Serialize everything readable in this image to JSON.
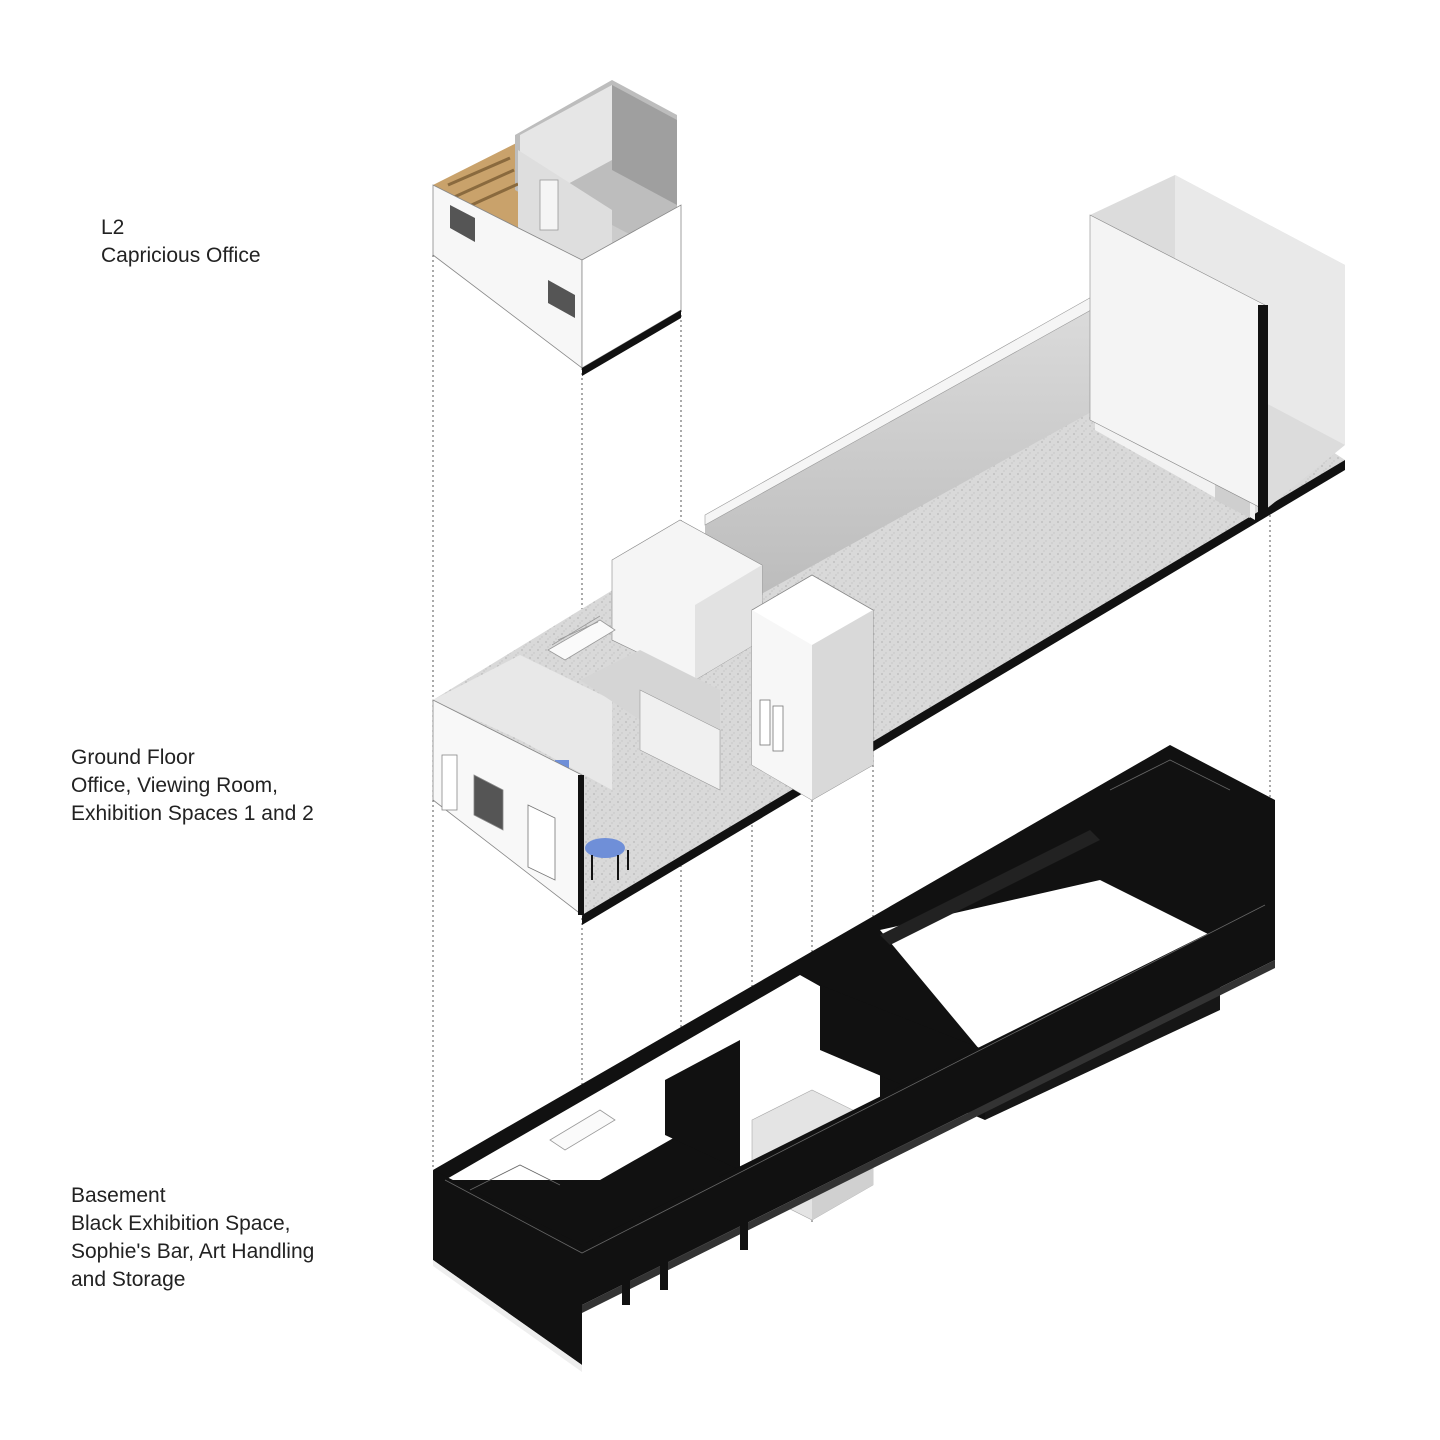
{
  "levels": [
    {
      "id": "l2",
      "lines": [
        "L2",
        "Capricious Office"
      ]
    },
    {
      "id": "ground",
      "lines": [
        "Ground Floor",
        "Office, Viewing Room,",
        "Exhibition Spaces 1 and 2"
      ]
    },
    {
      "id": "basement",
      "lines": [
        "Basement",
        "Black Exhibition Space,",
        "Sophie's Bar, Art Handling",
        "and Storage"
      ]
    }
  ],
  "colors": {
    "text": "#222222",
    "guide_line": "#555555",
    "basement_wall": "#111111",
    "ground_floor": "#d8d8d8",
    "wall_light": "#f4f4f4",
    "wall_shade": "#c9c9c9",
    "timber": "#c9a26b",
    "furniture_blue": "#6f8fd8"
  }
}
